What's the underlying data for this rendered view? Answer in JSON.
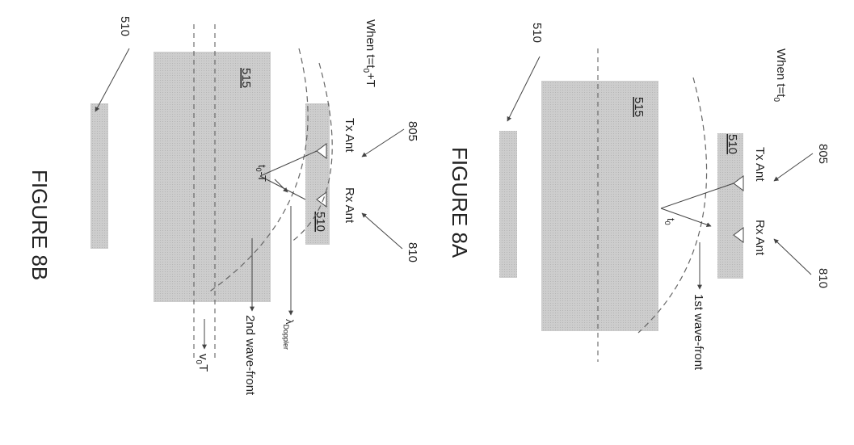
{
  "figure_a": {
    "caption": "FIGURE 8A",
    "when_label": "When t=t",
    "when_sub": "0",
    "ref_805": "805",
    "ref_810": "810",
    "ref_510": "510",
    "ref_515": "515",
    "element_510": "510",
    "tx_label": "Tx Ant",
    "rx_label": "Rx Ant",
    "t0_label": "t",
    "t0_sub": "0",
    "wavefront_label": "1st wave-front"
  },
  "figure_b": {
    "caption": "FIGURE 8B",
    "when_label": "When t=t",
    "when_sub": "0",
    "when_tail": "+T",
    "ref_805": "805",
    "ref_810": "810",
    "ref_510": "510",
    "ref_515": "515",
    "element_510": "510",
    "tx_label": "Tx Ant",
    "rx_label": "Rx Ant",
    "t_label": "t",
    "t_sub": "0",
    "t_tail": "-T",
    "lambda_label": "λ",
    "lambda_sub": "Doppler",
    "wavefront_label": "2nd wave-front",
    "velocity_label": "v",
    "velocity_sub": "0",
    "velocity_tail": "T"
  },
  "colors": {
    "fill_gray": "#c9c9c9",
    "line_dark": "#444444",
    "text": "#222222"
  }
}
